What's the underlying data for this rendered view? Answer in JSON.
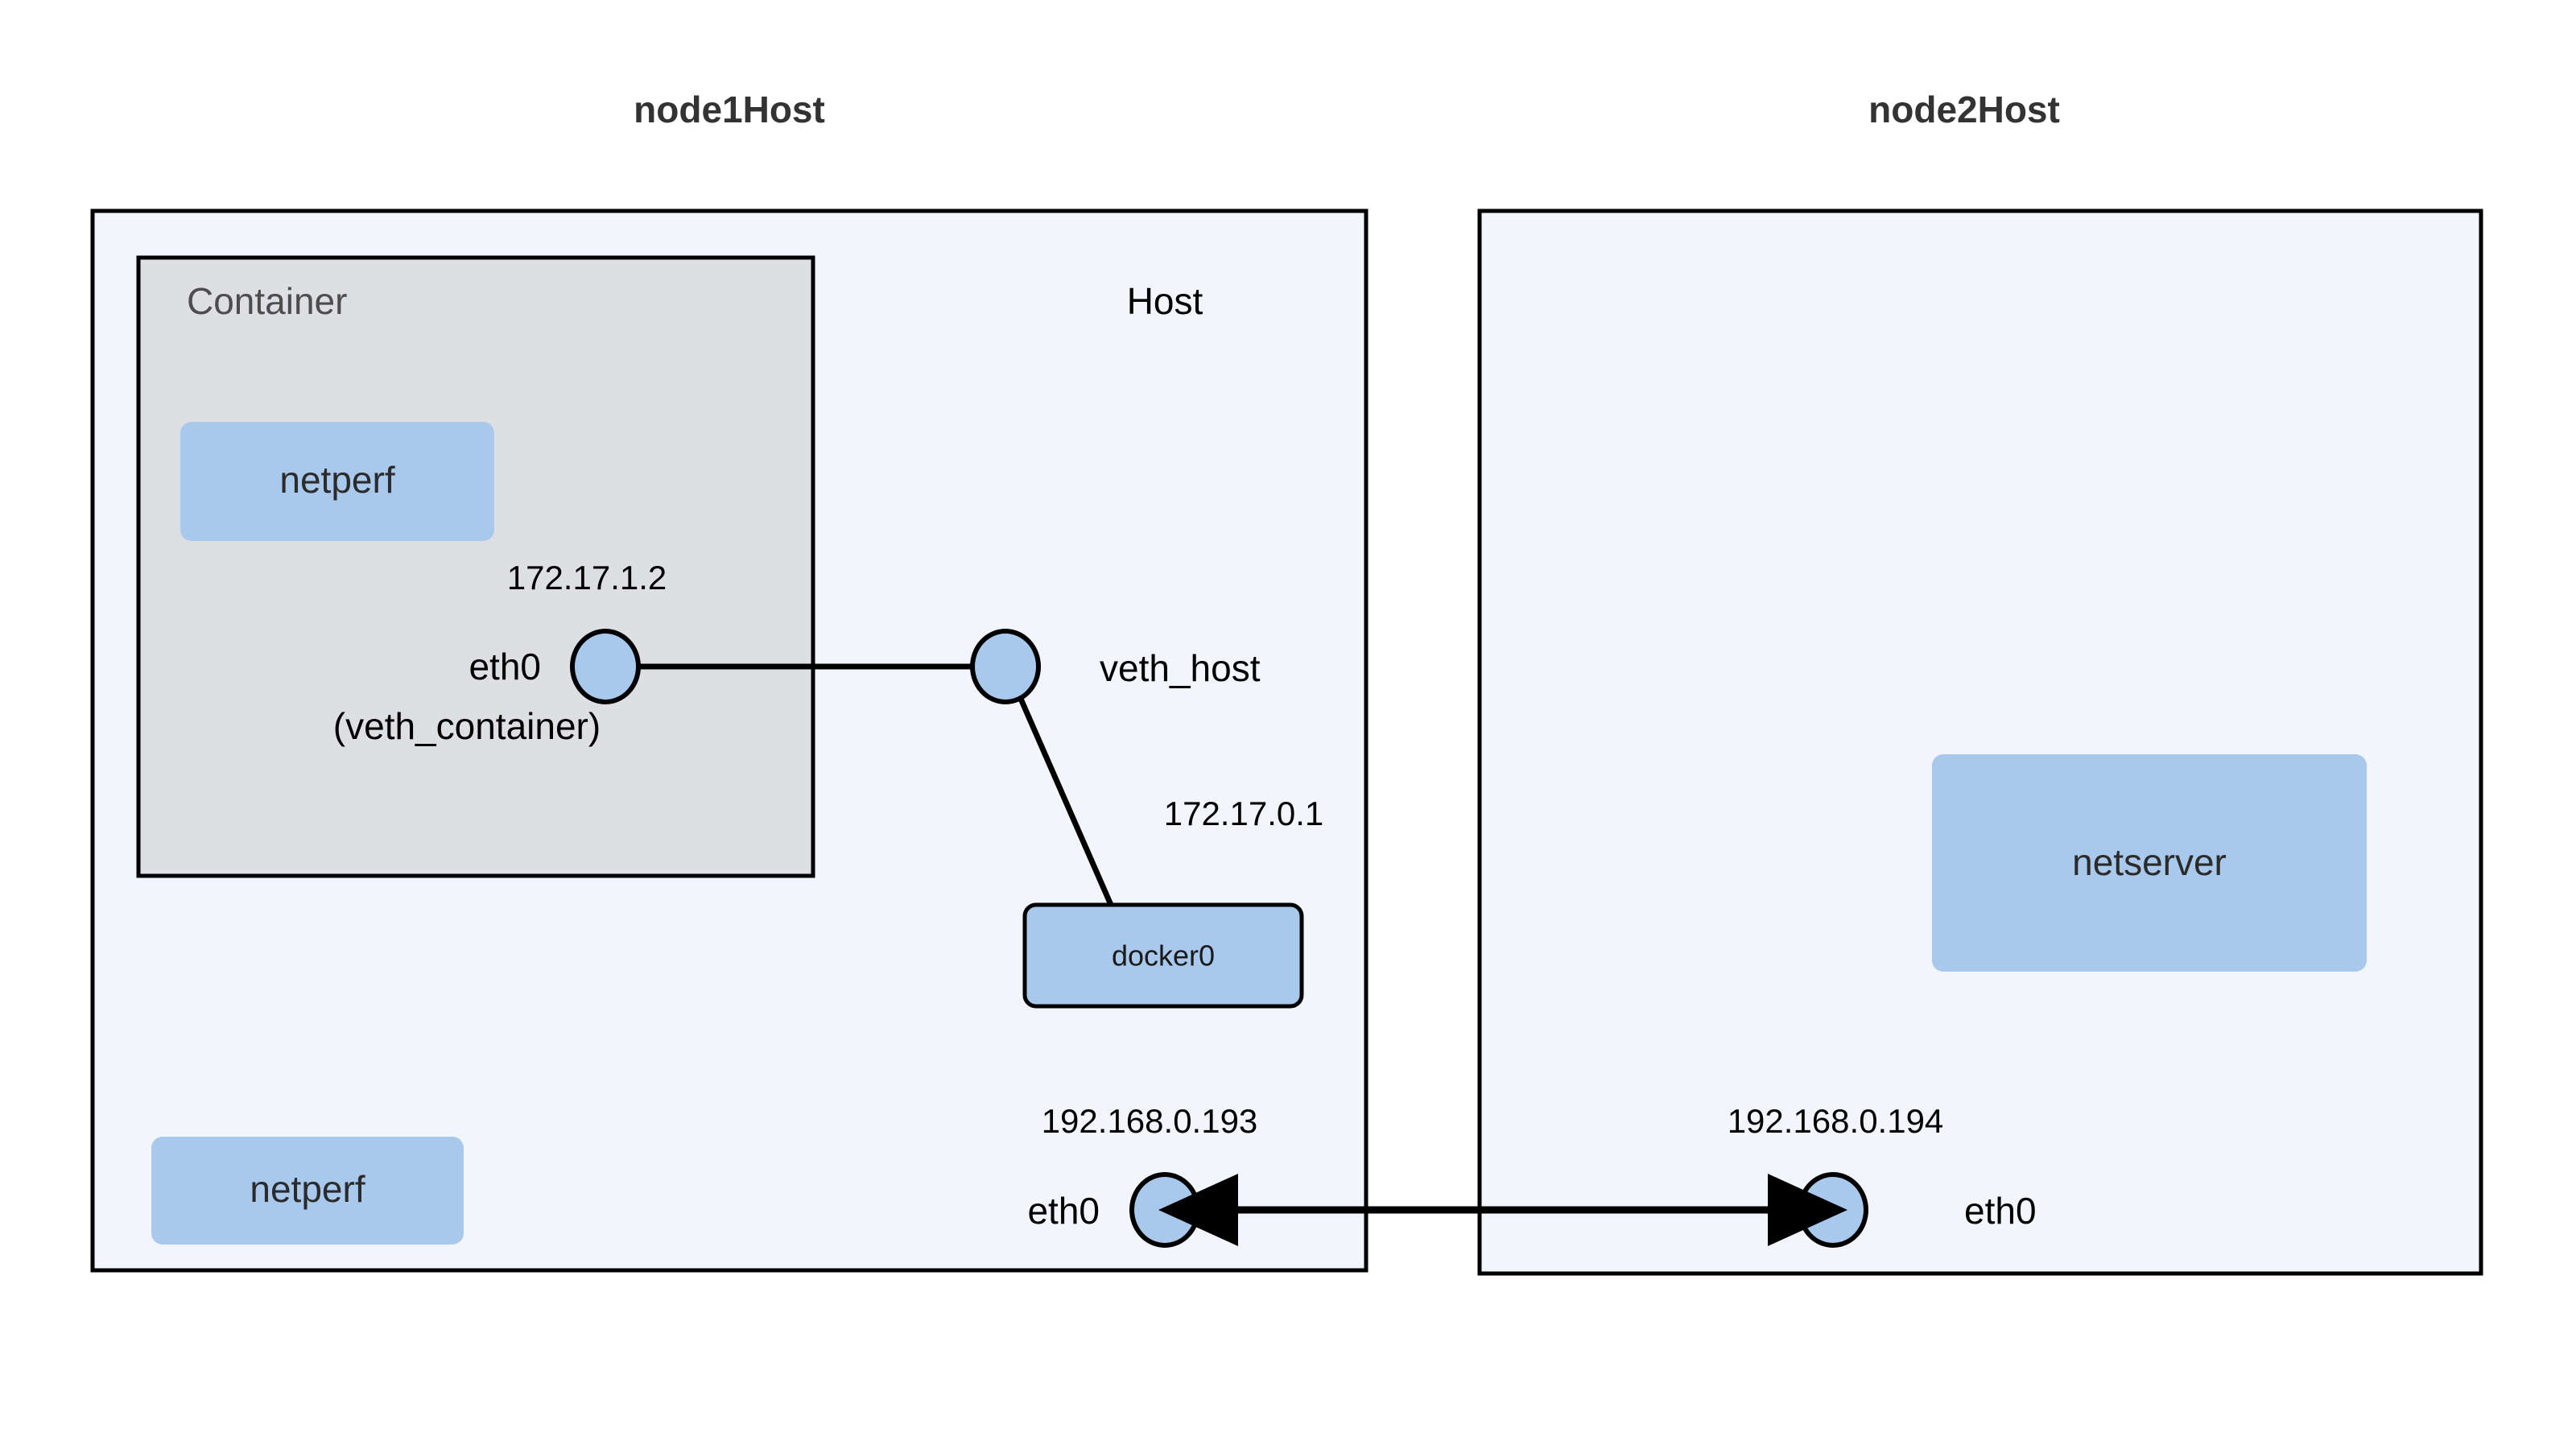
{
  "diagram": {
    "title_left": "node1Host",
    "title_right": "node2Host",
    "nodes": {
      "node1": {
        "zone_label": "Host",
        "container_label": "Container",
        "container_proc": "netperf",
        "host_proc": "netperf",
        "bridge_label": "docker0",
        "bridge_ip": "172.17.0.1",
        "container_nic_ip": "172.17.1.2",
        "container_nic_name": "eth0",
        "container_nic_alias": "(veth_container)",
        "host_veth_name": "veth_host",
        "host_nic_ip": "192.168.0.193",
        "host_nic_name": "eth0"
      },
      "node2": {
        "server_proc": "netserver",
        "host_nic_ip": "192.168.0.194",
        "host_nic_name": "eth0"
      }
    },
    "colors": {
      "zone_fill": "#f2f6fc",
      "container_fill": "#dddfe2",
      "process_fill": "#a8c8ec",
      "stroke": "#000000",
      "title_text": "#333333",
      "container_text": "#4d4d4d"
    }
  }
}
